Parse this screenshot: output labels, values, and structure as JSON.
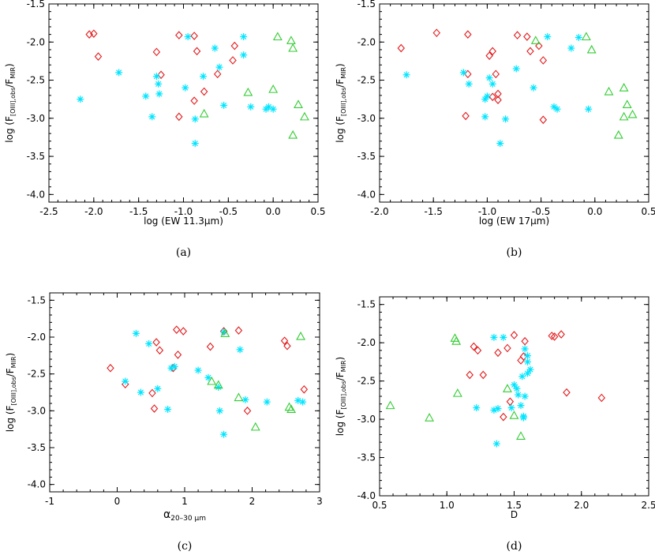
{
  "colors": {
    "diamond": "#e31a1c",
    "asterisk": "#00e5ff",
    "triangle": "#33cc33"
  },
  "chart_data": [
    {
      "type": "scatter",
      "panel_label": "(a)",
      "xlabel": "log (EW 11.3μm)",
      "ylabel": "log (F[OIII],obs/FMIR)",
      "xlim": [
        -2.5,
        0.5
      ],
      "ylim": [
        -4.1,
        -1.5
      ],
      "xticks": [
        -2.5,
        -2.0,
        -1.5,
        -1.0,
        -0.5,
        0.0,
        0.5
      ],
      "xtick_labels": [
        "-2.5",
        "-2.0",
        "-1.5",
        "-1.0",
        "-0.5",
        "0.0",
        "0.5"
      ],
      "yticks": [
        -4.0,
        -3.5,
        -3.0,
        -2.5,
        -2.0,
        -1.5
      ],
      "ytick_labels": [
        "-4.0",
        "-3.5",
        "-3.0",
        "-2.5",
        "-2.0",
        "-1.5"
      ],
      "series": [
        {
          "marker": "diamond",
          "points": [
            [
              -2.05,
              -1.9
            ],
            [
              -2.0,
              -1.89
            ],
            [
              -1.95,
              -2.19
            ],
            [
              -1.3,
              -2.13
            ],
            [
              -1.25,
              -2.43
            ],
            [
              -1.05,
              -1.91
            ],
            [
              -1.05,
              -2.98
            ],
            [
              -0.88,
              -1.92
            ],
            [
              -0.85,
              -2.12
            ],
            [
              -0.88,
              -2.77
            ],
            [
              -0.77,
              -2.65
            ],
            [
              -0.62,
              -2.42
            ],
            [
              -0.43,
              -2.05
            ],
            [
              -0.45,
              -2.24
            ]
          ]
        },
        {
          "marker": "asterisk",
          "points": [
            [
              -2.15,
              -2.75
            ],
            [
              -1.72,
              -2.4
            ],
            [
              -1.42,
              -2.71
            ],
            [
              -1.35,
              -2.98
            ],
            [
              -1.3,
              -2.45
            ],
            [
              -1.28,
              -2.55
            ],
            [
              -1.27,
              -2.68
            ],
            [
              -0.95,
              -1.93
            ],
            [
              -0.98,
              -2.6
            ],
            [
              -0.87,
              -3.01
            ],
            [
              -0.87,
              -3.33
            ],
            [
              -0.78,
              -2.45
            ],
            [
              -0.65,
              -2.08
            ],
            [
              -0.6,
              -2.33
            ],
            [
              -0.55,
              -2.83
            ],
            [
              -0.33,
              -1.93
            ],
            [
              -0.33,
              -2.17
            ],
            [
              -0.25,
              -2.85
            ],
            [
              -0.08,
              -2.88
            ],
            [
              -0.05,
              -2.85
            ],
            [
              -0.0,
              -2.88
            ]
          ]
        },
        {
          "marker": "triangle",
          "points": [
            [
              0.05,
              -1.93
            ],
            [
              0.2,
              -1.98
            ],
            [
              0.22,
              -2.08
            ],
            [
              -0.28,
              -2.66
            ],
            [
              0.0,
              -2.62
            ],
            [
              0.28,
              -2.82
            ],
            [
              0.35,
              -2.98
            ],
            [
              -0.77,
              -2.94
            ],
            [
              0.22,
              -3.22
            ]
          ]
        }
      ]
    },
    {
      "type": "scatter",
      "panel_label": "(b)",
      "xlabel": "log (EW 17μm)",
      "ylabel": "log (F[OIII],obs/FMIR)",
      "xlim": [
        -2.0,
        0.5
      ],
      "ylim": [
        -4.1,
        -1.5
      ],
      "xticks": [
        -2.0,
        -1.5,
        -1.0,
        -0.5,
        0.0,
        0.5
      ],
      "xtick_labels": [
        "-2.0",
        "-1.5",
        "-1.0",
        "-0.5",
        "0.0",
        "0.5"
      ],
      "yticks": [
        -4.0,
        -3.5,
        -3.0,
        -2.5,
        -2.0,
        -1.5
      ],
      "ytick_labels": [
        "-4.0",
        "-3.5",
        "-3.0",
        "-2.5",
        "-2.0",
        "-1.5"
      ],
      "series": [
        {
          "marker": "diamond",
          "points": [
            [
              -1.8,
              -2.08
            ],
            [
              -1.47,
              -1.88
            ],
            [
              -1.18,
              -1.9
            ],
            [
              -1.2,
              -2.97
            ],
            [
              -0.98,
              -2.18
            ],
            [
              -0.95,
              -2.12
            ],
            [
              -0.95,
              -2.72
            ],
            [
              -0.9,
              -2.68
            ],
            [
              -0.9,
              -2.76
            ],
            [
              -0.72,
              -1.91
            ],
            [
              -0.63,
              -1.93
            ],
            [
              -0.6,
              -2.12
            ],
            [
              -0.52,
              -2.05
            ],
            [
              -0.48,
              -2.24
            ],
            [
              -0.48,
              -3.02
            ],
            [
              -1.18,
              -2.42
            ],
            [
              -0.92,
              -2.42
            ]
          ]
        },
        {
          "marker": "asterisk",
          "points": [
            [
              -1.75,
              -2.43
            ],
            [
              -1.22,
              -2.4
            ],
            [
              -1.17,
              -2.55
            ],
            [
              -1.02,
              -2.75
            ],
            [
              -1.0,
              -2.71
            ],
            [
              -0.98,
              -2.47
            ],
            [
              -1.02,
              -2.98
            ],
            [
              -0.95,
              -2.55
            ],
            [
              -0.88,
              -3.33
            ],
            [
              -0.83,
              -3.01
            ],
            [
              -0.73,
              -2.35
            ],
            [
              -0.57,
              -2.6
            ],
            [
              -0.44,
              -1.93
            ],
            [
              -0.38,
              -2.85
            ],
            [
              -0.35,
              -2.88
            ],
            [
              -0.22,
              -2.08
            ],
            [
              -0.15,
              -1.94
            ],
            [
              -0.06,
              -2.88
            ]
          ]
        },
        {
          "marker": "triangle",
          "points": [
            [
              -0.55,
              -1.98
            ],
            [
              -0.08,
              -1.93
            ],
            [
              -0.03,
              -2.1
            ],
            [
              0.13,
              -2.65
            ],
            [
              0.27,
              -2.6
            ],
            [
              0.3,
              -2.82
            ],
            [
              0.35,
              -2.95
            ],
            [
              0.27,
              -2.98
            ],
            [
              0.22,
              -3.22
            ]
          ]
        }
      ]
    },
    {
      "type": "scatter",
      "panel_label": "(c)",
      "xlabel": "α20–30 μm",
      "ylabel": "log (F[OIII],obs/FMIR)",
      "xlim": [
        -1,
        3
      ],
      "ylim": [
        -4.1,
        -1.4
      ],
      "xticks": [
        -1,
        0,
        1,
        2,
        3
      ],
      "xtick_labels": [
        "-1",
        "0",
        "1",
        "2",
        "3"
      ],
      "yticks": [
        -4.0,
        -3.5,
        -3.0,
        -2.5,
        -2.0,
        -1.5
      ],
      "ytick_labels": [
        "-4.0",
        "-3.5",
        "-3.0",
        "-2.5",
        "-2.0",
        "-1.5"
      ],
      "series": [
        {
          "marker": "diamond",
          "points": [
            [
              -0.1,
              -2.42
            ],
            [
              0.12,
              -2.64
            ],
            [
              0.52,
              -2.76
            ],
            [
              0.55,
              -2.97
            ],
            [
              0.58,
              -2.07
            ],
            [
              0.63,
              -2.18
            ],
            [
              0.88,
              -1.9
            ],
            [
              0.98,
              -1.92
            ],
            [
              0.9,
              -2.24
            ],
            [
              0.83,
              -2.42
            ],
            [
              1.38,
              -2.13
            ],
            [
              1.58,
              -1.92
            ],
            [
              1.8,
              -1.91
            ],
            [
              1.93,
              -3.0
            ],
            [
              2.48,
              -2.05
            ],
            [
              2.52,
              -2.12
            ],
            [
              2.77,
              -2.71
            ]
          ]
        },
        {
          "marker": "asterisk",
          "points": [
            [
              0.12,
              -2.6
            ],
            [
              0.28,
              -1.95
            ],
            [
              0.35,
              -2.75
            ],
            [
              0.47,
              -2.09
            ],
            [
              0.6,
              -2.7
            ],
            [
              0.75,
              -2.98
            ],
            [
              0.8,
              -2.42
            ],
            [
              0.85,
              -2.4
            ],
            [
              1.2,
              -2.45
            ],
            [
              1.35,
              -2.55
            ],
            [
              1.5,
              -2.68
            ],
            [
              1.52,
              -3.0
            ],
            [
              1.58,
              -3.32
            ],
            [
              1.58,
              -1.93
            ],
            [
              1.82,
              -2.17
            ],
            [
              1.9,
              -2.85
            ],
            [
              2.22,
              -2.88
            ],
            [
              2.68,
              -2.86
            ],
            [
              2.75,
              -2.88
            ]
          ]
        },
        {
          "marker": "triangle",
          "points": [
            [
              1.4,
              -2.6
            ],
            [
              1.5,
              -2.65
            ],
            [
              1.6,
              -1.95
            ],
            [
              1.8,
              -2.82
            ],
            [
              2.05,
              -3.22
            ],
            [
              2.55,
              -2.95
            ],
            [
              2.58,
              -2.98
            ],
            [
              2.72,
              -1.99
            ]
          ]
        }
      ]
    },
    {
      "type": "scatter",
      "panel_label": "(d)",
      "xlabel": "D",
      "ylabel": "log (F[OIII],obs/FMIR)",
      "xlim": [
        0.5,
        2.5
      ],
      "ylim": [
        -4.0,
        -1.4
      ],
      "xticks": [
        0.5,
        1.0,
        1.5,
        2.0,
        2.5
      ],
      "xtick_labels": [
        "0.5",
        "1.0",
        "1.5",
        "2.0",
        "2.5"
      ],
      "yticks": [
        -4.0,
        -3.5,
        -3.0,
        -2.5,
        -2.0,
        -1.5
      ],
      "ytick_labels": [
        "-4.0",
        "-3.5",
        "-3.0",
        "-2.5",
        "-2.0",
        "-1.5"
      ],
      "series": [
        {
          "marker": "diamond",
          "points": [
            [
              1.17,
              -2.42
            ],
            [
              1.2,
              -2.05
            ],
            [
              1.23,
              -2.1
            ],
            [
              1.27,
              -2.42
            ],
            [
              1.38,
              -2.13
            ],
            [
              1.42,
              -2.97
            ],
            [
              1.45,
              -2.07
            ],
            [
              1.47,
              -2.77
            ],
            [
              1.5,
              -1.9
            ],
            [
              1.55,
              -2.23
            ],
            [
              1.57,
              -2.18
            ],
            [
              1.58,
              -1.98
            ],
            [
              1.78,
              -1.91
            ],
            [
              1.8,
              -1.92
            ],
            [
              1.85,
              -1.89
            ],
            [
              1.89,
              -2.65
            ],
            [
              2.15,
              -2.72
            ]
          ]
        },
        {
          "marker": "asterisk",
          "points": [
            [
              1.22,
              -2.85
            ],
            [
              1.35,
              -2.88
            ],
            [
              1.35,
              -1.93
            ],
            [
              1.37,
              -3.32
            ],
            [
              1.38,
              -2.86
            ],
            [
              1.42,
              -1.93
            ],
            [
              1.48,
              -2.85
            ],
            [
              1.5,
              -2.55
            ],
            [
              1.52,
              -2.6
            ],
            [
              1.53,
              -2.68
            ],
            [
              1.55,
              -2.82
            ],
            [
              1.56,
              -2.44
            ],
            [
              1.57,
              -2.96
            ],
            [
              1.58,
              -2.08
            ],
            [
              1.58,
              -2.7
            ],
            [
              1.6,
              -2.4
            ],
            [
              1.6,
              -2.17
            ],
            [
              1.62,
              -2.35
            ],
            [
              1.6,
              -2.25
            ],
            [
              1.57,
              -2.98
            ]
          ]
        },
        {
          "marker": "triangle",
          "points": [
            [
              0.58,
              -2.82
            ],
            [
              0.87,
              -2.98
            ],
            [
              1.06,
              -1.94
            ],
            [
              1.07,
              -1.98
            ],
            [
              1.08,
              -2.66
            ],
            [
              1.45,
              -2.6
            ],
            [
              1.5,
              -2.95
            ],
            [
              1.55,
              -3.22
            ]
          ]
        }
      ]
    }
  ]
}
